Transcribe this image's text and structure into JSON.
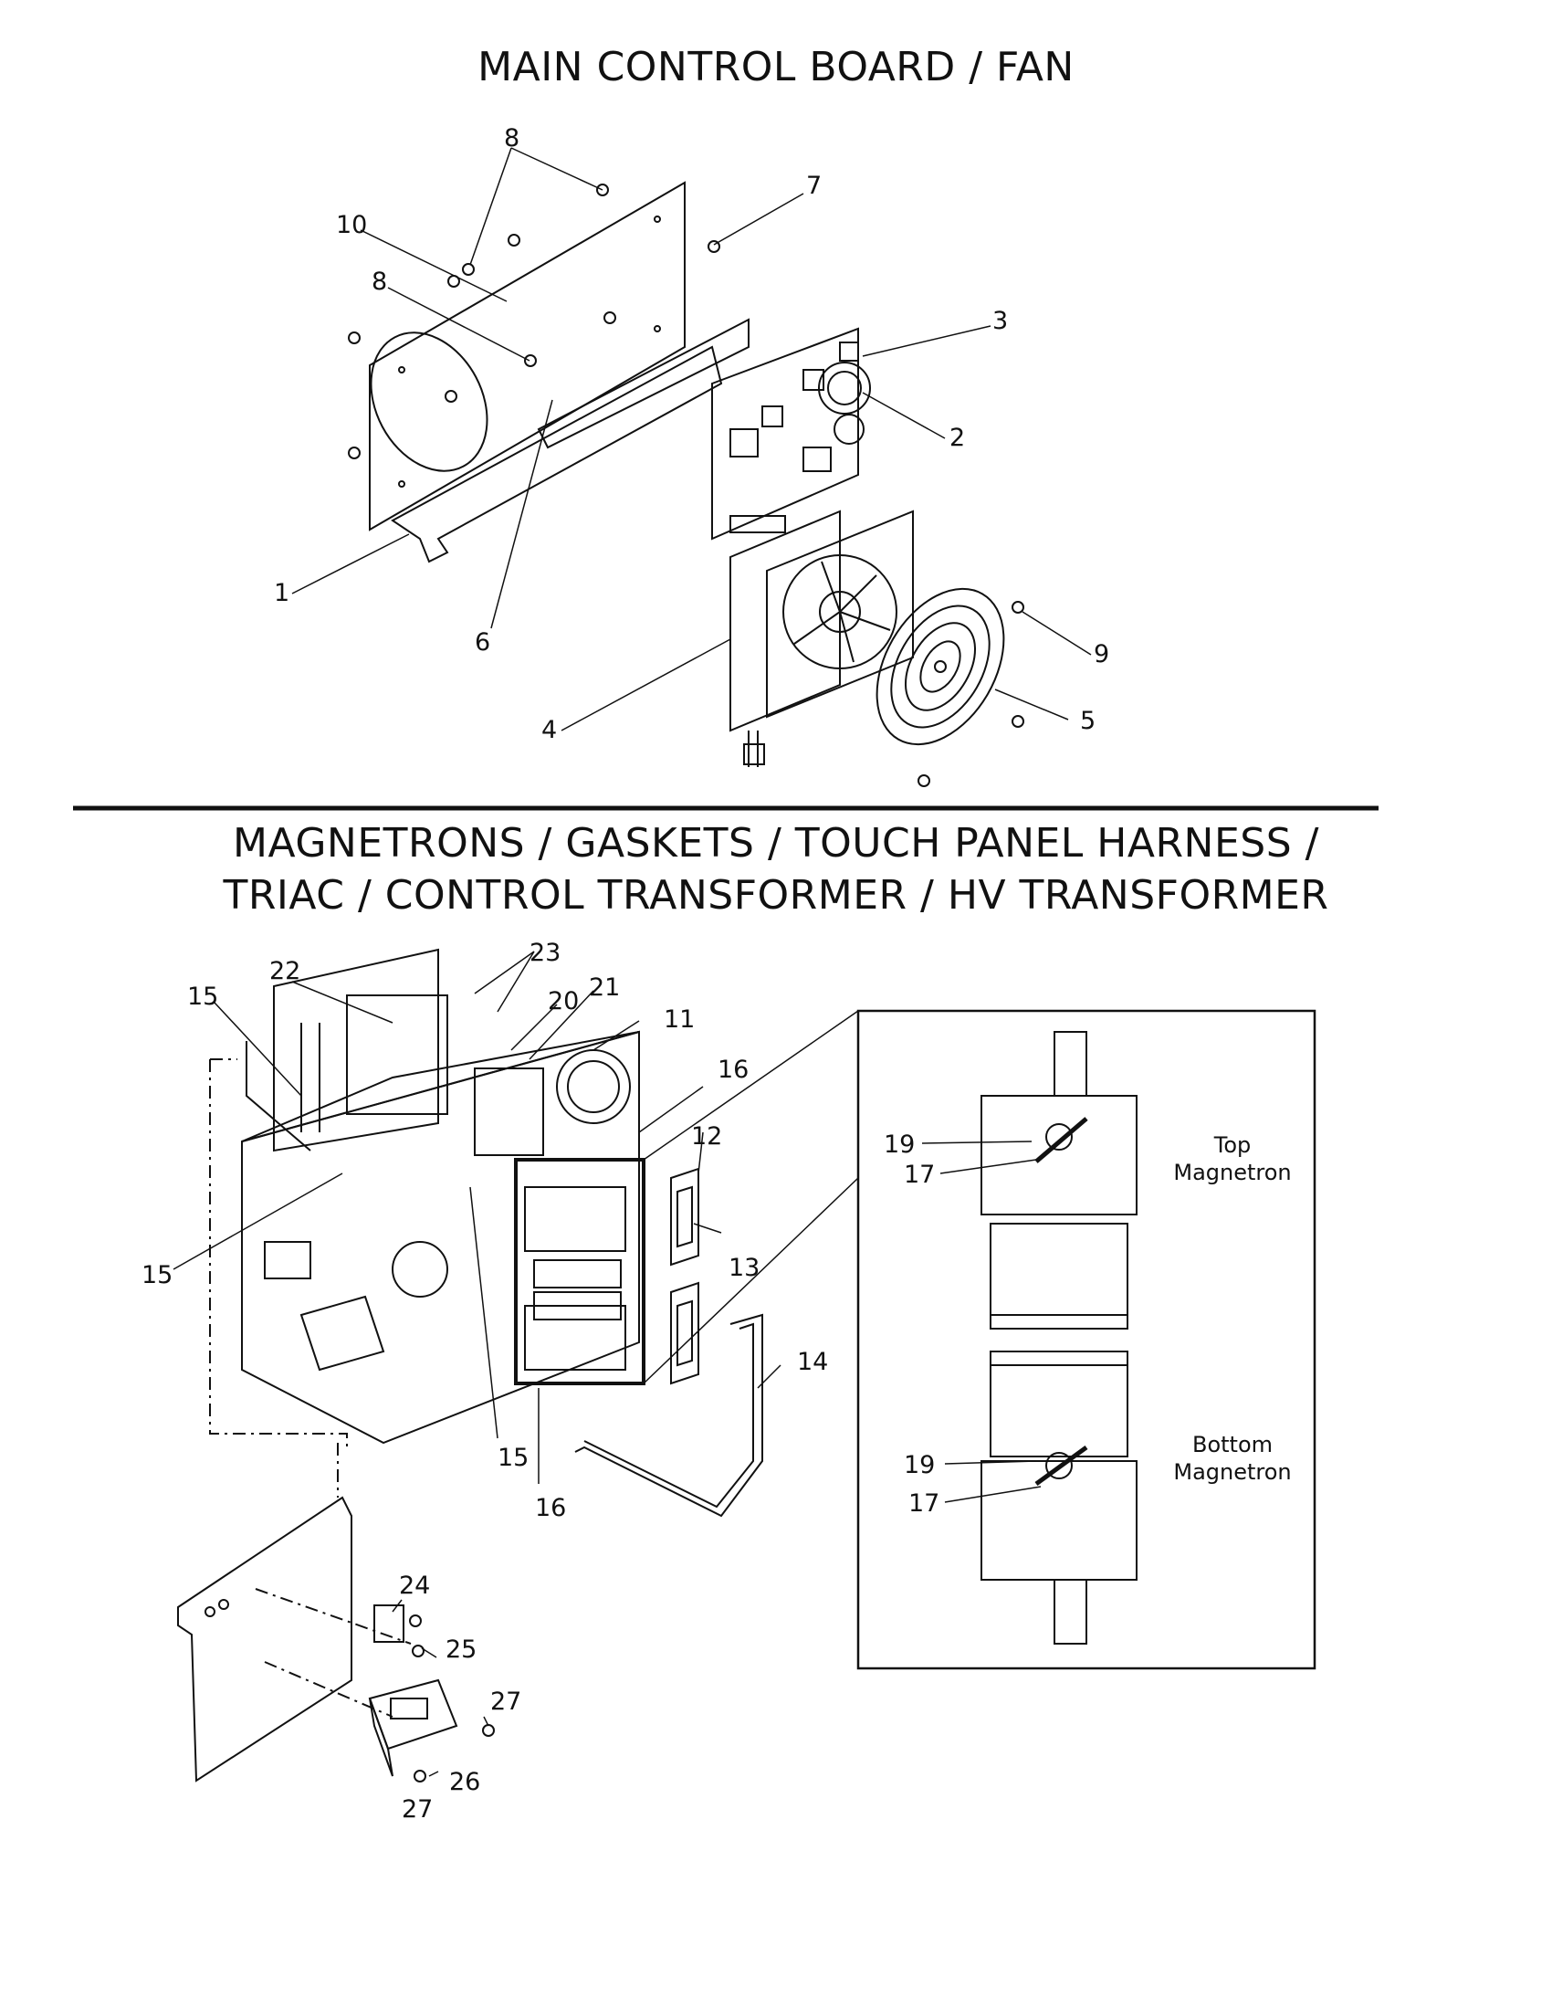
{
  "titles": {
    "top": "MAIN CONTROL BOARD / FAN",
    "bottom_line1": "MAGNETRONS / GASKETS / TOUCH PANEL HARNESS /",
    "bottom_line2": "TRIAC / CONTROL TRANSFORMER / HV TRANSFORMER"
  },
  "top_callouts": {
    "c1": "1",
    "c2": "2",
    "c3": "3",
    "c4": "4",
    "c5": "5",
    "c6": "6",
    "c7": "7",
    "c8a": "8",
    "c8b": "8",
    "c9": "9",
    "c10": "10"
  },
  "bottom_callouts": {
    "c11": "11",
    "c12": "12",
    "c13": "13",
    "c14": "14",
    "c15a": "15",
    "c15b": "15",
    "c15c": "15",
    "c16a": "16",
    "c16b": "16",
    "c20": "20",
    "c21": "21",
    "c22": "22",
    "c23": "23",
    "c24": "24",
    "c25": "25",
    "c26": "26",
    "c27a": "27",
    "c27b": "27"
  },
  "detail": {
    "top_label_1": "Top",
    "top_label_2": "Magnetron",
    "bottom_label_1": "Bottom",
    "bottom_label_2": "Magnetron",
    "c19_top": "19",
    "c17_top": "17",
    "c19_bottom": "19",
    "c17_bottom": "17"
  }
}
